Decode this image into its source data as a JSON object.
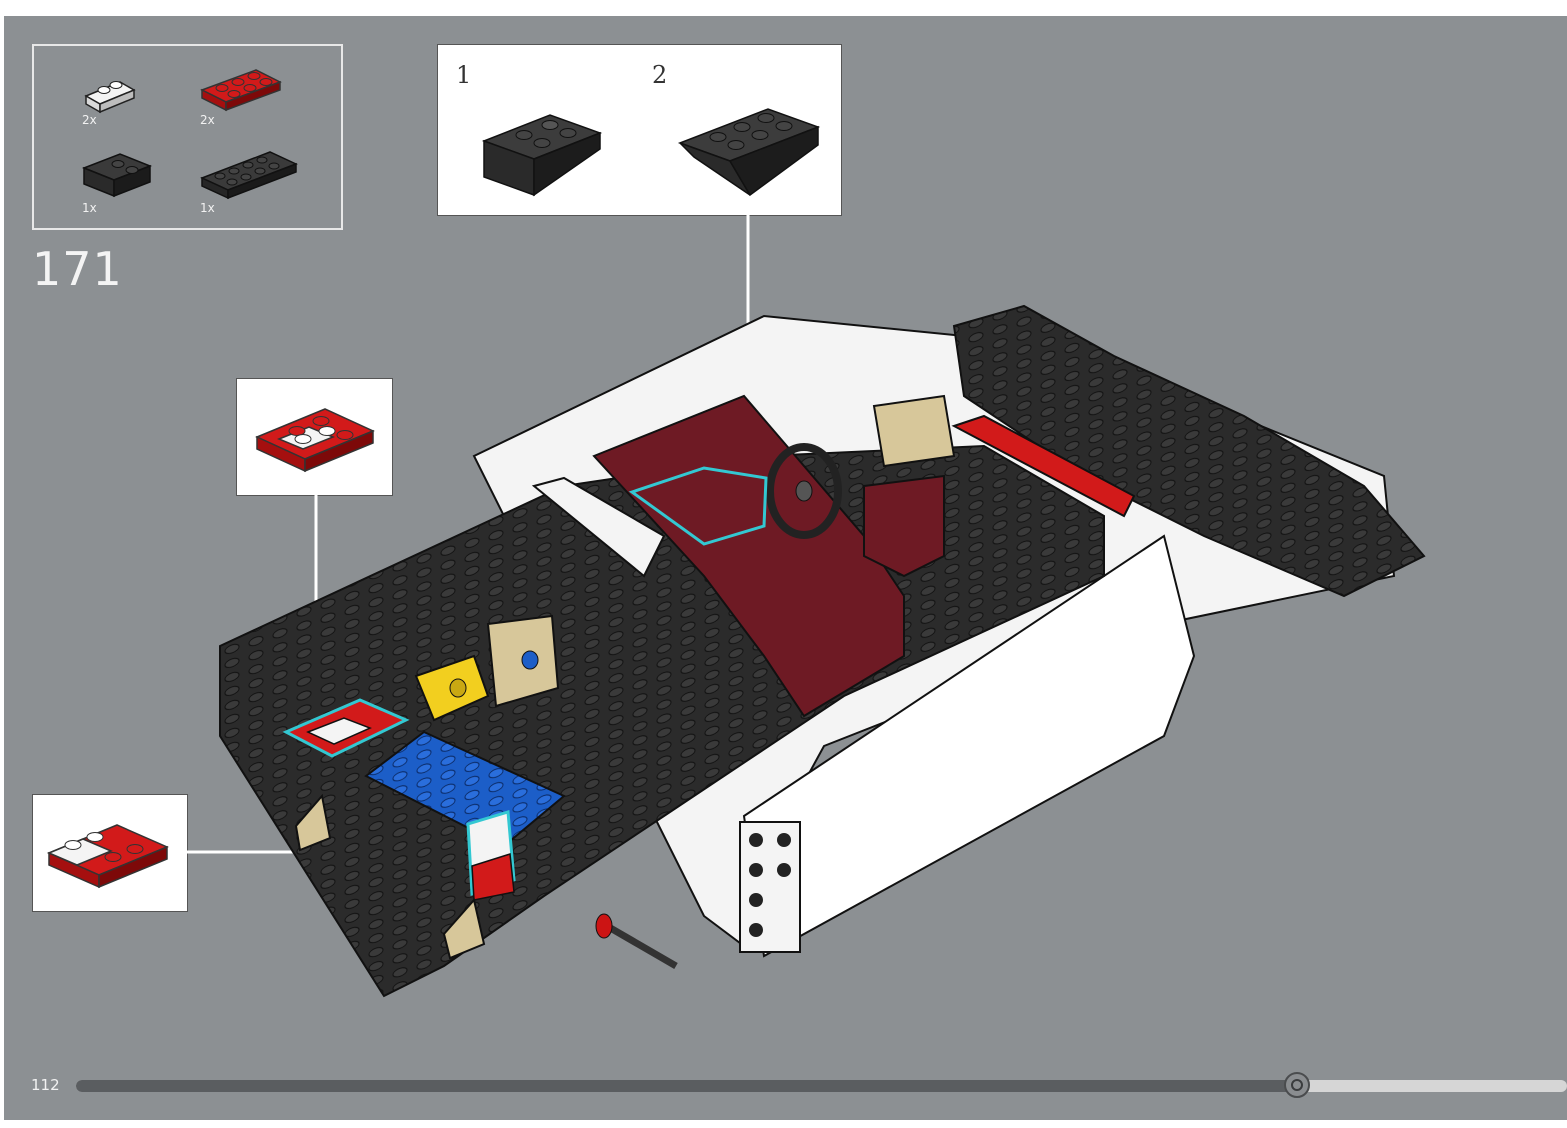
{
  "step": {
    "number": "171",
    "page_number": "112"
  },
  "parts_list": [
    {
      "name": "white-slope-plate",
      "qty": "2x",
      "color": "#f2f2f2"
    },
    {
      "name": "red-plate-2x3",
      "qty": "2x",
      "color": "#cc1414"
    },
    {
      "name": "black-slope-brick",
      "qty": "1x",
      "color": "#2b2b2b"
    },
    {
      "name": "black-plate-2x6",
      "qty": "1x",
      "color": "#2b2b2b"
    }
  ],
  "sub_assembly": {
    "steps": [
      "1",
      "2"
    ]
  },
  "progress": {
    "fraction": 0.819
  },
  "colors": {
    "background": "#8c9093",
    "brick_black": "#2b2b2b",
    "brick_red": "#cc1414",
    "brick_white": "#f4f4f4",
    "brick_blue": "#1c5ec8",
    "brick_yellow": "#f2cf1f",
    "brick_darkred": "#6e1a24",
    "brick_tan": "#d7c79a",
    "highlight": "#33c8d2"
  }
}
